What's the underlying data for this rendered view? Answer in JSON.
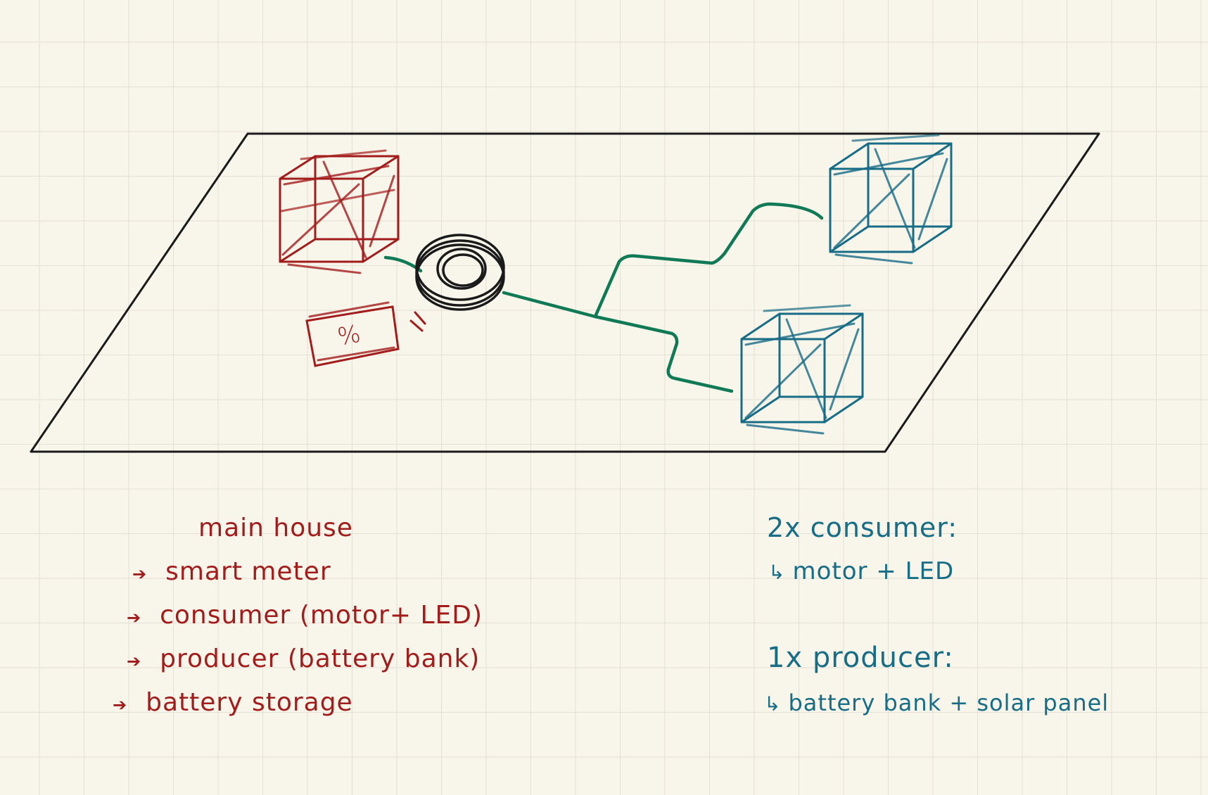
{
  "colors": {
    "main_house": "#a31c1c",
    "consumer": "#176c86",
    "wire": "#0f7a55",
    "outline": "#1a1a1a",
    "paper": "#f8f5ea",
    "grid": "#e3e0d5"
  },
  "meter": {
    "display": "%"
  },
  "main_house_notes": {
    "title": "main house",
    "bullet_icon": "arrow-right-icon",
    "items": [
      "smart meter",
      "consumer (motor+ LED)",
      "producer (battery bank)",
      "battery storage"
    ]
  },
  "consumer_notes": {
    "title": "2x consumer:",
    "sub_icon": "return-arrow-icon",
    "detail": "motor + LED"
  },
  "producer_notes": {
    "title": "1x producer:",
    "sub_icon": "return-arrow-icon",
    "detail": "battery bank + solar panel"
  }
}
